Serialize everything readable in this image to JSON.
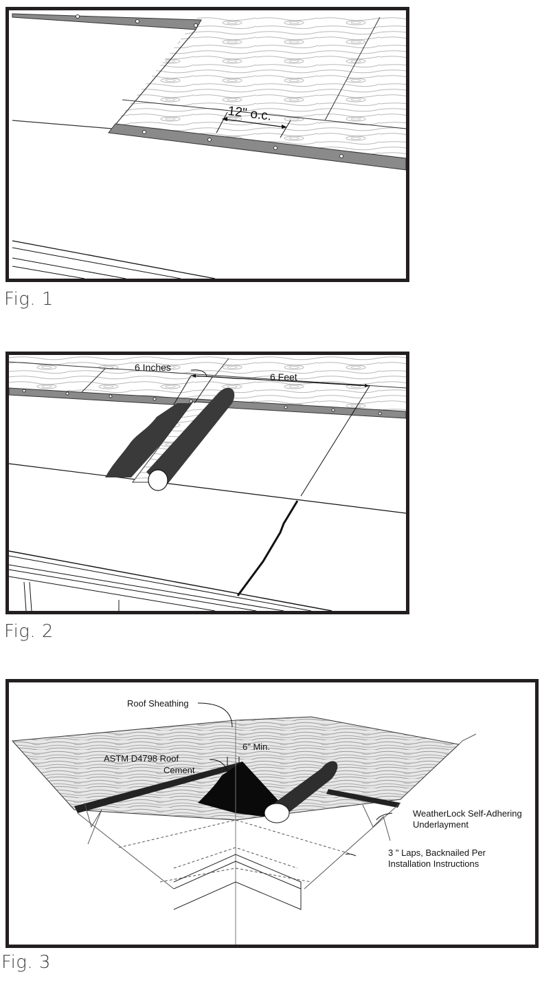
{
  "figures": [
    {
      "id": "fig1",
      "caption": "Fig. 1",
      "annotations": {
        "spacing": "12\" o.c."
      }
    },
    {
      "id": "fig2",
      "caption": "Fig. 2",
      "annotations": {
        "overlap": "6 Inches",
        "length": "6 Feet"
      }
    },
    {
      "id": "fig3",
      "caption": "Fig. 3",
      "annotations": {
        "sheathing": "Roof Sheathing",
        "cement_line1": "ASTM D4798 Roof",
        "cement_line2": "Cement",
        "min_overlap": "6\" Min.",
        "underlayment_line1": "WeatherLock Self-Adhering",
        "underlayment_line2": "Underlayment",
        "laps_line1": "3 \" Laps, Backnailed Per",
        "laps_line2": "Installation Instructions"
      }
    }
  ],
  "colors": {
    "frame": "#231f20",
    "drip_edge": "#8a8a8a",
    "underlayment_roll": "#3a3a3a",
    "cement": "#0a0a0a",
    "wood_grain": "#b5b5b5"
  }
}
